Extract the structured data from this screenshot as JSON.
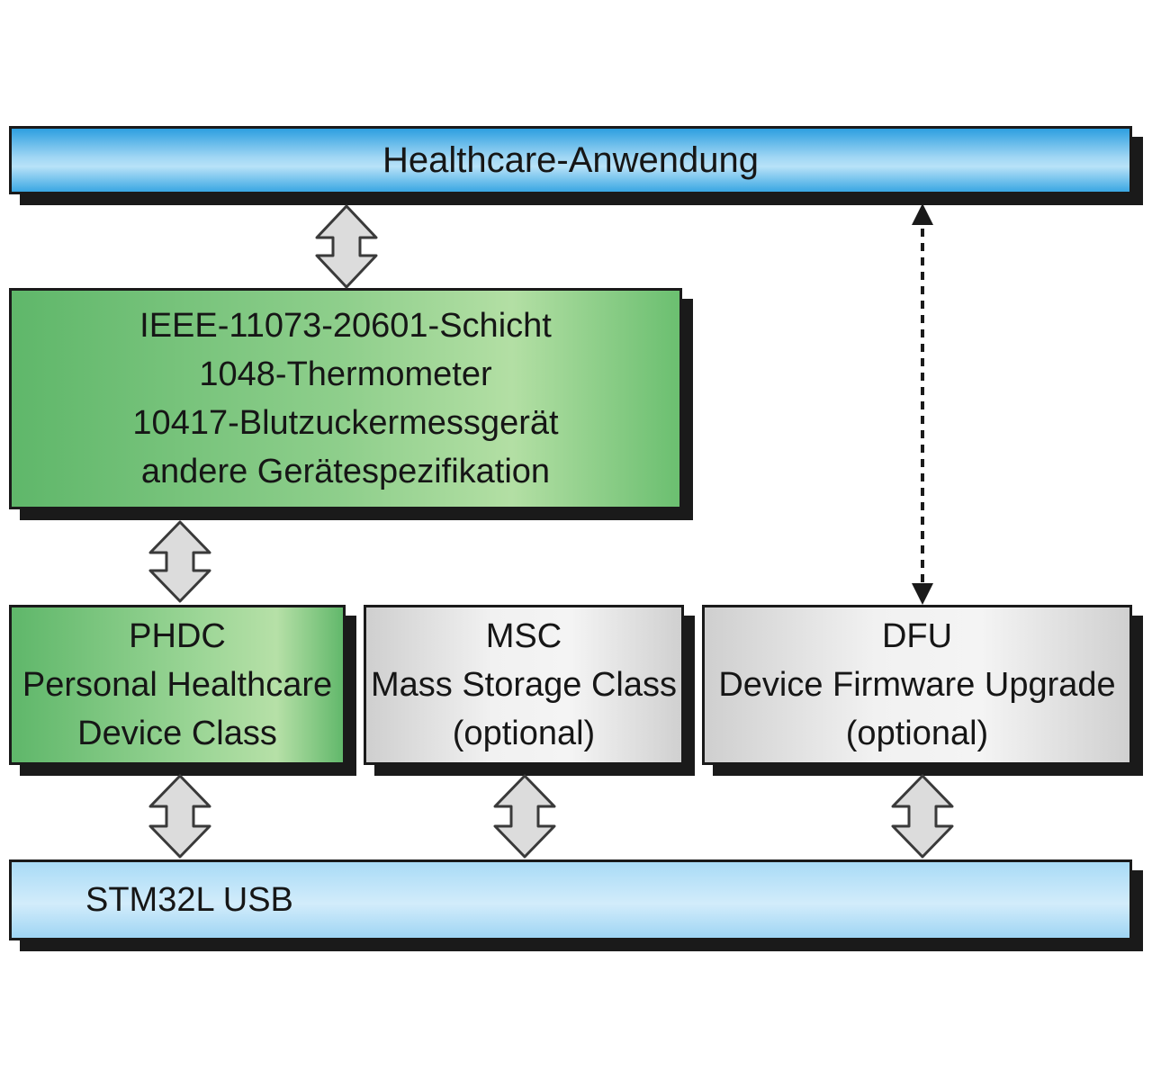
{
  "top_layer": {
    "label": "Healthcare-Anwendung"
  },
  "ieee_layer": {
    "lines": [
      "IEEE-11073-20601-Schicht",
      "1048-Thermometer",
      "10417-Blutzuckermessgerät",
      "andere Gerätespezifikation"
    ]
  },
  "phdc": {
    "lines": [
      "PHDC",
      "Personal Healthcare",
      "Device Class"
    ]
  },
  "msc": {
    "lines": [
      "MSC",
      "Mass Storage Class",
      "(optional)"
    ]
  },
  "dfu": {
    "lines": [
      "DFU",
      "Device Firmware Upgrade",
      "(optional)"
    ]
  },
  "bottom_layer": {
    "label": "STM32L USB"
  },
  "colors": {
    "blue": "#2d9fe0",
    "light_blue": "#b8e2f8",
    "green": "#5fb76a",
    "grey": "#e6e6e6",
    "arrow_fill": "#dcdcdc",
    "outline": "#1a1a1a"
  }
}
